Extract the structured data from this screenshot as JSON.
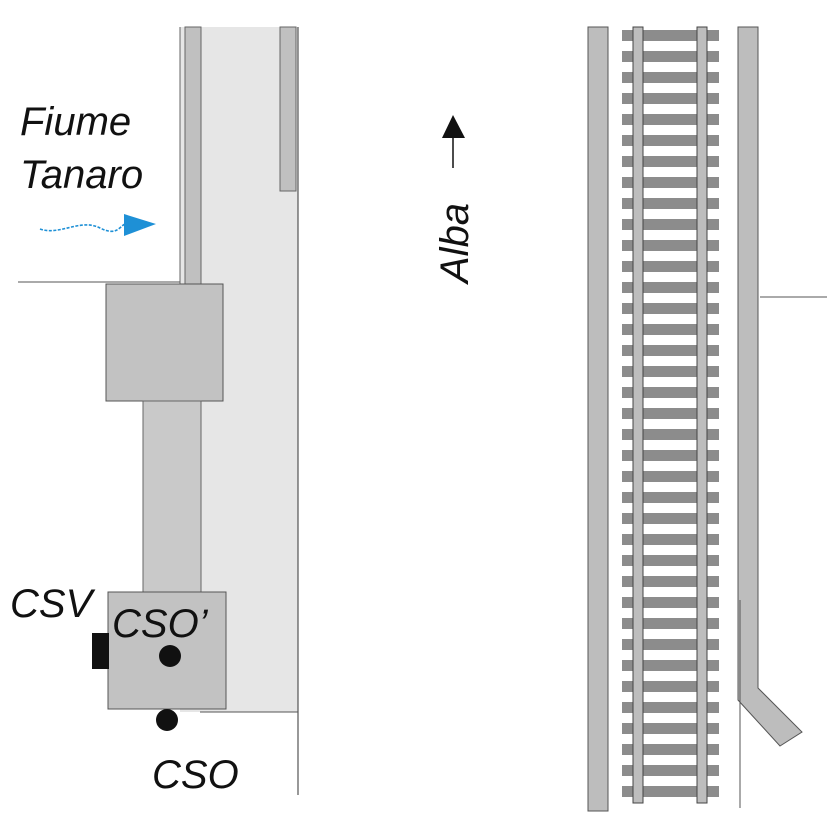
{
  "labels": {
    "river_line1": "Fiume",
    "river_line2": "Tanaro",
    "direction": "Alba",
    "csv": "CSV",
    "cso_prime": "CSO’",
    "cso": "CSO"
  },
  "icons": {
    "flow": "flow-arrow-icon",
    "north": "north-arrow-icon"
  },
  "colors": {
    "light_fill": "#e6e6e6",
    "mid_fill": "#c9c9c9",
    "box_fill": "#c2c2c2",
    "rail_fill": "#bdbdbd",
    "sleeper_fill": "#8c8c8c",
    "dark": "#111111",
    "water_arrow": "#1e90d6"
  }
}
